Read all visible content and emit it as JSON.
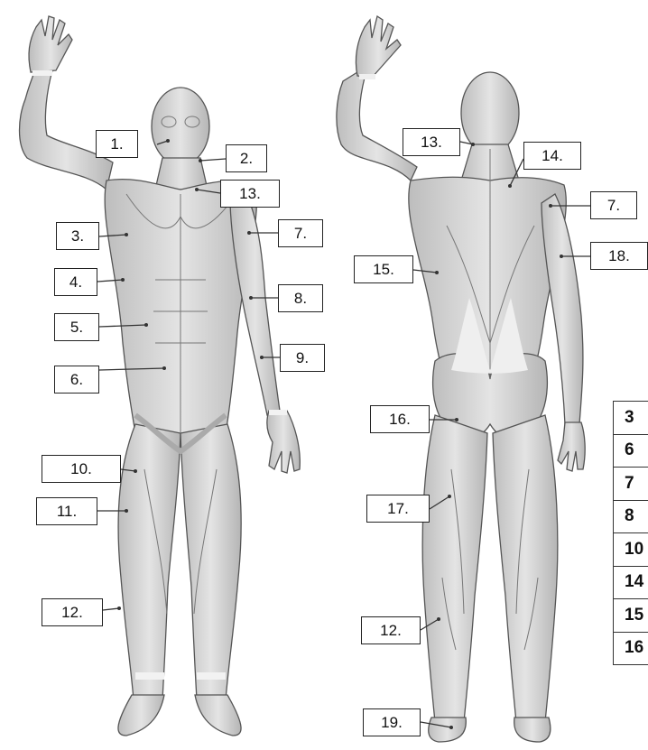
{
  "figure": {
    "anterior_labels": [
      "1.",
      "2.",
      "13.",
      "3.",
      "7.",
      "4.",
      "8.",
      "5.",
      "9.",
      "6.",
      "10.",
      "11.",
      "12."
    ],
    "posterior_labels": [
      "13.",
      "14.",
      "7.",
      "18.",
      "15.",
      "16.",
      "17.",
      "12.",
      "19."
    ],
    "key_table_rows": [
      "3",
      "6",
      "7",
      "8",
      "10",
      "14",
      "15",
      "16"
    ],
    "colors": {
      "line": "#222222",
      "muscle_fill": "#d6d6d6",
      "muscle_dark": "#9a9a9a",
      "tendon": "#f2f2f2"
    }
  }
}
